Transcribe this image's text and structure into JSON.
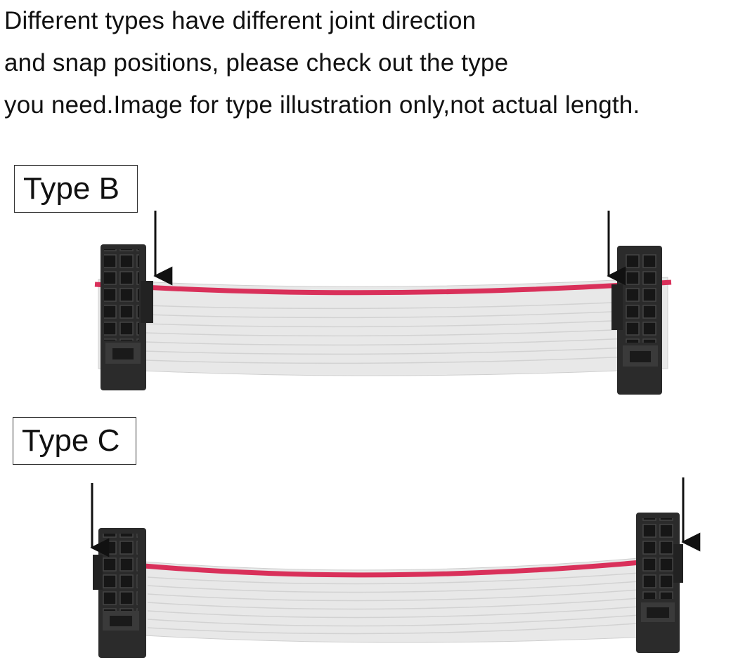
{
  "intro": {
    "line1": "Different types have different joint direction",
    "line2": "and snap positions, please check out the type",
    "line3": "you need.Image for type illustration only,not actual length."
  },
  "types": [
    {
      "label": "Type B"
    },
    {
      "label": "Type C"
    }
  ],
  "colors": {
    "ribbon": "#e8e8e8",
    "ribbon_stripe": "#d8d8d8",
    "red_wire": "#d9305a",
    "connector": "#2b2b2b",
    "connector_hole": "#161616",
    "arrow": "#111111"
  }
}
